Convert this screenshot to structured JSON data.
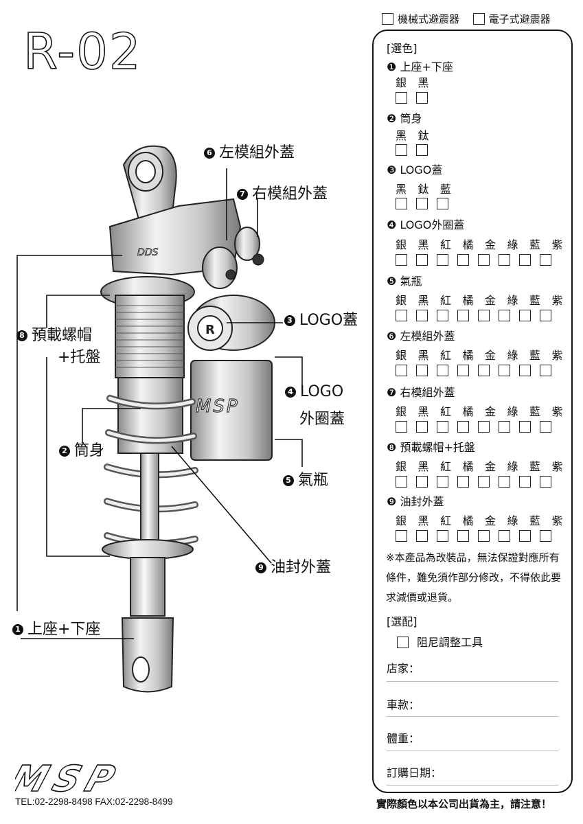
{
  "model": "R-02",
  "type_options": [
    "機械式避震器",
    "電子式避震器"
  ],
  "form": {
    "color_heading": "[選色]",
    "sections": [
      {
        "num": "❶",
        "title": "上座+下座",
        "options": [
          "銀",
          "黑"
        ]
      },
      {
        "num": "❷",
        "title": "筒身",
        "options": [
          "黑",
          "鈦"
        ]
      },
      {
        "num": "❸",
        "title": "LOGO蓋",
        "options": [
          "黑",
          "鈦",
          "藍"
        ]
      },
      {
        "num": "❹",
        "title": "LOGO外圈蓋",
        "options": [
          "銀",
          "黑",
          "紅",
          "橘",
          "金",
          "綠",
          "藍",
          "紫"
        ]
      },
      {
        "num": "❺",
        "title": "氣瓶",
        "options": [
          "銀",
          "黑",
          "紅",
          "橘",
          "金",
          "綠",
          "藍",
          "紫"
        ]
      },
      {
        "num": "❻",
        "title": "左模組外蓋",
        "options": [
          "銀",
          "黑",
          "紅",
          "橘",
          "金",
          "綠",
          "藍",
          "紫"
        ]
      },
      {
        "num": "❼",
        "title": "右模組外蓋",
        "options": [
          "銀",
          "黑",
          "紅",
          "橘",
          "金",
          "綠",
          "藍",
          "紫"
        ]
      },
      {
        "num": "❽",
        "title": "預載螺帽+托盤",
        "options": [
          "銀",
          "黑",
          "紅",
          "橘",
          "金",
          "綠",
          "藍",
          "紫"
        ]
      },
      {
        "num": "❾",
        "title": "油封外蓋",
        "options": [
          "銀",
          "黑",
          "紅",
          "橘",
          "金",
          "綠",
          "藍",
          "紫"
        ]
      }
    ],
    "note": "※本產品為改裝品，無法保證對應所有條件，難免須作部分修改，不得依此要求減價或退貨。",
    "accessory_heading": "[選配]",
    "accessory": "阻尼調整工具",
    "fields": [
      "店家：",
      "車款：",
      "體重：",
      "訂購日期："
    ]
  },
  "callouts": {
    "c6": {
      "num": "6",
      "text": "左模組外蓋"
    },
    "c7": {
      "num": "7",
      "text": "右模組外蓋"
    },
    "c3": {
      "num": "3",
      "text": "LOGO蓋"
    },
    "c8a": {
      "num": "8",
      "text": "預載螺帽"
    },
    "c8b": "+托盤",
    "c4a": {
      "num": "4",
      "text": "LOGO"
    },
    "c4b": "外圈蓋",
    "c2": {
      "num": "2",
      "text": "筒身"
    },
    "c5": {
      "num": "5",
      "text": "氣瓶"
    },
    "c9": {
      "num": "9",
      "text": "油封外蓋"
    },
    "c1": {
      "num": "1",
      "text": "上座+下座"
    }
  },
  "product_marks": {
    "logo_cap": "R",
    "canister": "MSP",
    "body_emboss": "DDS"
  },
  "brand_logo": "MSP",
  "footer": {
    "contact": "TEL:02-2298-8498   FAX:02-2298-8499",
    "note": "實際顏色以本公司出貨為主，請注意！"
  }
}
